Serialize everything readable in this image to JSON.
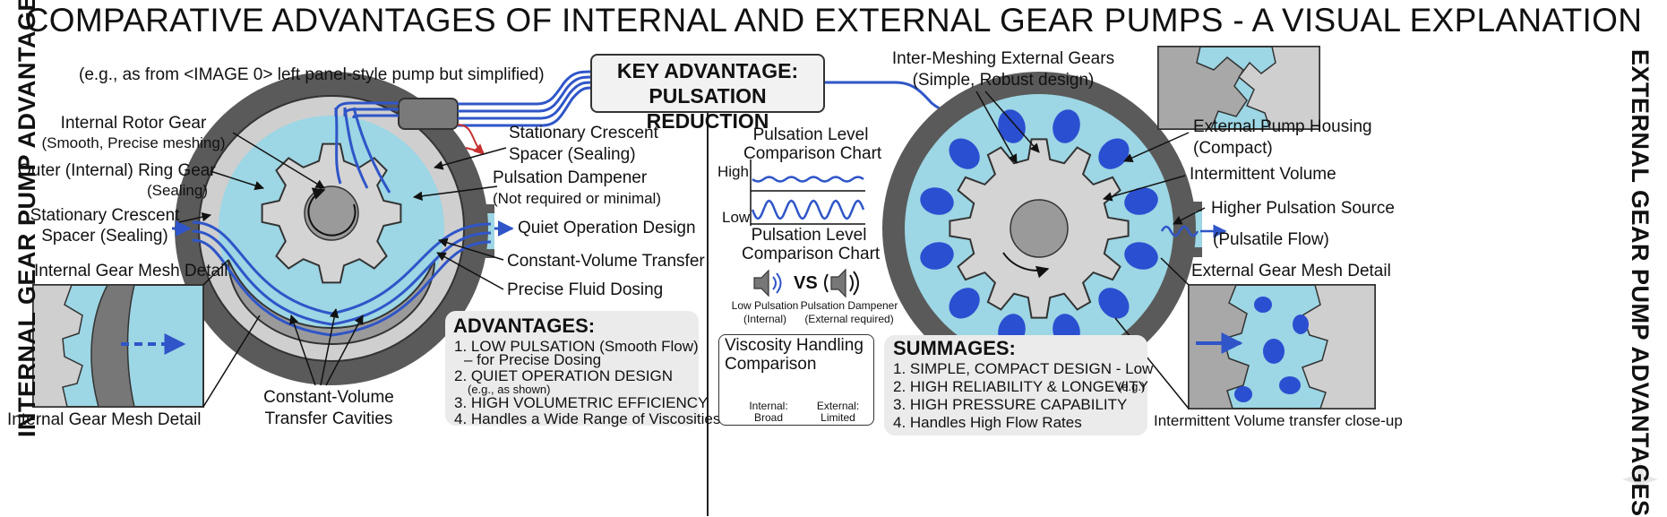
{
  "title": "COMPARATIVE ADVANTAGES OF INTERNAL AND EXTERNAL GEAR PUMPS - A VISUAL EXPLANATION",
  "side_labels": {
    "left": "INTERNAL GEAR PUMP ADVANTAGES",
    "right": "EXTERNAL GEAR PUMP ADVANTAGES"
  },
  "key_advantage": {
    "line1": "KEY ADVANTAGE:",
    "line2": "PULSATION REDUCTION"
  },
  "internal": {
    "subtitle": "(e.g., as from <IMAGE 0> left panel-style pump but simplified)",
    "rotor_gear": {
      "name": "Internal Rotor Gear",
      "note": "(Smooth, Precise meshing)"
    },
    "ring_gear": {
      "name": "Outer (Internal) Ring Gear",
      "note": "(Sealing)"
    },
    "crescent_left": {
      "line1": "Stationary Crescent",
      "line2": "Spacer (Sealing)"
    },
    "crescent_top": {
      "line1": "Stationary Crescent",
      "line2": "Spacer (Sealing)"
    },
    "dampener": {
      "name": "Pulsation Dampener",
      "note": "(Not required or minimal)"
    },
    "quiet": "Quiet Operation Design",
    "constant_transfer": "Constant-Volume Transfer",
    "dosing": "Precise Fluid Dosing",
    "cavities": {
      "line1": "Constant-Volume",
      "line2": "Transfer Cavities"
    },
    "mesh_detail_top": "Internal Gear Mesh Detail",
    "mesh_detail_bottom": "Internal Gear Mesh Detail",
    "advantages": {
      "heading": "ADVANTAGES:",
      "items": [
        "1. LOW PULSATION (Smooth Flow)",
        "   – for Precise Dosing",
        "2. QUIET OPERATION DESIGN",
        "(e.g., as shown)",
        "3. HIGH VOLUMETRIC EFFICIENCY",
        "4. Handles a Wide Range of Viscosities"
      ]
    }
  },
  "middle": {
    "chart_title": {
      "line1": "Pulsation Level",
      "line2": "Comparison Chart"
    },
    "chart_caption": {
      "line1": "Pulsation Level",
      "line2": "Comparison Chart"
    },
    "high": "High",
    "low": "Low",
    "vs": "VS",
    "low_pulsation": {
      "line1": "Low Pulsation",
      "line2": "(Internal)"
    },
    "dampener": {
      "line1": "Pulsation Dampener",
      "line2": "(External required)"
    },
    "viscosity": {
      "line1": "Viscosity Handling",
      "line2": "Comparison",
      "internal": {
        "line1": "Internal:",
        "line2": "Broad"
      },
      "external": {
        "line1": "External:",
        "line2": "Limited"
      }
    }
  },
  "external": {
    "meshing": {
      "line1": "Inter-Meshing External Gears",
      "line2": "(Simple, Robust design)"
    },
    "housing": {
      "line1": "External Pump Housing",
      "line2": "(Compact)"
    },
    "intermittent": "Intermittent Volume",
    "higher_pulsation": "Higher Pulsation Source",
    "pulsatile": "(Pulsatile Flow)",
    "mesh_detail": "External Gear Mesh Detail",
    "closeup": "Intermittent Volume transfer close-up",
    "summages": {
      "heading": "SUMMAGES:",
      "items": [
        "1. SIMPLE, COMPACT DESIGN - Low",
        "2. HIGH RELIABILITY & LONGEVITY",
        "(e.g.)",
        "3. HIGH PRESSURE CAPABILITY",
        "4. Handles High Flow Rates"
      ]
    }
  },
  "colors": {
    "fluid": "#9dd6e4",
    "housing": "#5a5a5a",
    "gear": "#cfcfcf",
    "flow_blue": "#2f55c8",
    "pocket_blue": "#2b4fd1",
    "arrow_red": "#c83030"
  }
}
